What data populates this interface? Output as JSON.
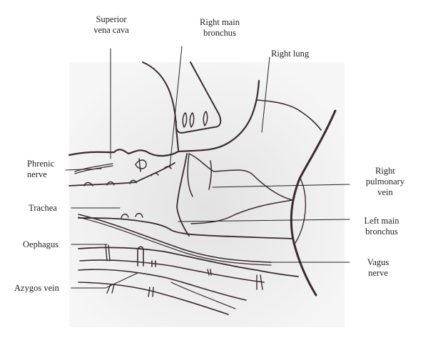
{
  "labels": {
    "superior_vena_cava": [
      "Superior",
      "vena cava"
    ],
    "right_main_bronchus": [
      "Right main",
      "bronchus"
    ],
    "right_lung": "Right lung",
    "phrenic_nerve": [
      "Phrenic",
      "nerve"
    ],
    "right_pulmonary_vein": [
      "Right",
      "pulmonary",
      "vein"
    ],
    "trachea": "Trachea",
    "left_main_bronchus": [
      "Left main",
      "bronchus"
    ],
    "oephagus": "Oephagus",
    "vagus_nerve": [
      "Vagus",
      "nerve"
    ],
    "azygos_vein": "Azygos vein"
  }
}
